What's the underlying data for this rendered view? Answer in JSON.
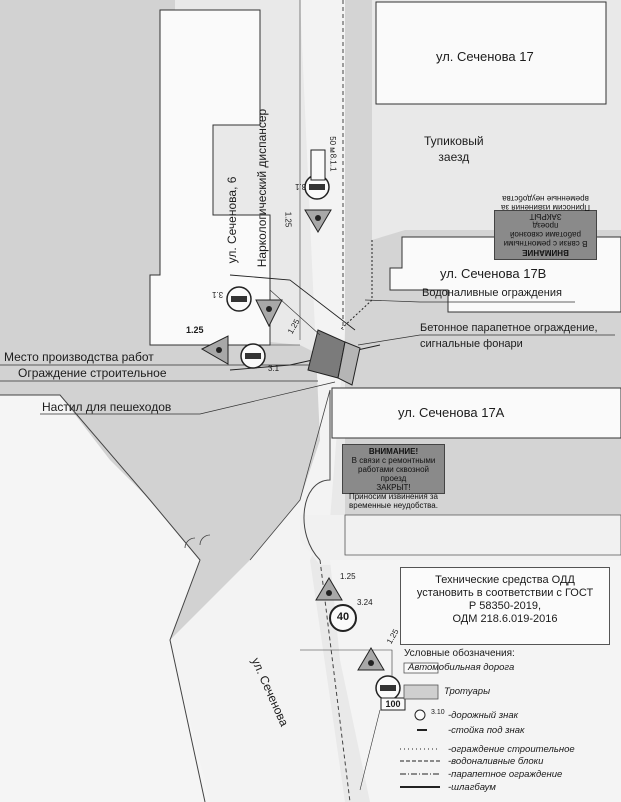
{
  "buildings": {
    "sechenova_17": "ул. Сеченова 17",
    "sechenova_17v": "ул. Сеченова 17В",
    "sechenova_17a": "ул. Сеченова 17А",
    "sechenova_6_line1": "ул. Сеченова, 6",
    "sechenova_6_line2": "Наркологический диспансер"
  },
  "places": {
    "dead_end_line1": "Тупиковый",
    "dead_end_line2": "заезд",
    "street": "ул. Сеченова"
  },
  "callouts": {
    "water_barriers": "Водоналивные ограждения",
    "concrete_line1": "Бетонное парапетное ограждение,",
    "concrete_line2": "сигнальные фонари",
    "work_site": "Место производства работ",
    "fence": "Ограждение строительное",
    "walkway": "Настил для пешеходов"
  },
  "notices": {
    "main": {
      "line1": "ВНИМАНИЕ!",
      "line2": "В связи с ремонтными",
      "line3": "работами сквозной проезд",
      "line4": "ЗАКРЫТ!",
      "line5": "Приносим извинения за",
      "line6": "временные неудобства."
    },
    "top": {
      "line1": "ВНИМАНИЕ",
      "line2": "В связи с ремонтными",
      "line3": "работами сквозной проезд",
      "line4": "ЗАКРЫТ",
      "line5": "Приносим извинения за",
      "line6": "временные неудобства"
    }
  },
  "info_box": {
    "line1": "Технические средства ОДД",
    "line2": "установить в соответствии с ГОСТ",
    "line3": "Р 58350-2019,",
    "line4": "ОДМ 218.6.019-2016"
  },
  "signs": {
    "code_3_1": "3.1",
    "code_1_25": "1.25",
    "code_3_24": "3.24",
    "code_8_1_1": "8.1.1",
    "distance": "50 м",
    "speed": "40",
    "plate_100": "100"
  },
  "legend": {
    "title": "Условные обозначения:",
    "road": "Автомобильная дорога",
    "sidewalk": "Тротуары",
    "sign": "-дорожный знак",
    "post": "-стойка под знак",
    "fence": "-ограждение строительное",
    "water": "-водоналивные блоки",
    "parapet": "-парапетное ограждение",
    "barrier": "-шлагбаум",
    "sign_code": "3.10"
  },
  "colors": {
    "paper": "#e9e9e9",
    "sidewalk": "#cfcfcf",
    "road": "#f6f6f6",
    "building": "#f9f9f9",
    "notice": "#8a8a8a"
  }
}
